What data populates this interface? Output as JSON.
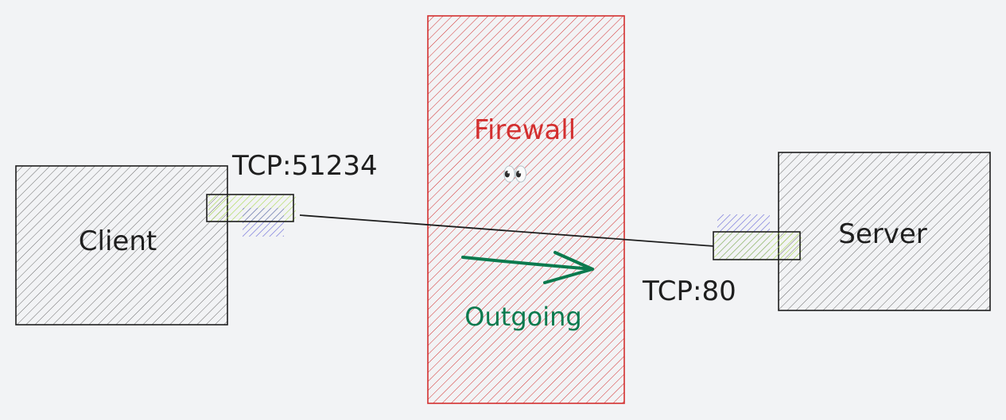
{
  "diagram": {
    "nodes": {
      "client": {
        "label": "Client"
      },
      "server": {
        "label": "Server"
      },
      "firewall": {
        "label": "Firewall",
        "emoji": "👀",
        "direction_label": "Outgoing"
      }
    },
    "ports": {
      "client_port": {
        "label": "TCP:51234"
      },
      "server_port": {
        "label": "TCP:80"
      }
    }
  },
  "colors": {
    "background": "#f2f3f5",
    "box_stroke": "#1e1e1e",
    "box_hatch": "#6b6b6b",
    "firewall": "#d32f2f",
    "outgoing": "#0b7a4e",
    "port_green": "#a7d94a",
    "port_blue": "#5b5bd6"
  }
}
